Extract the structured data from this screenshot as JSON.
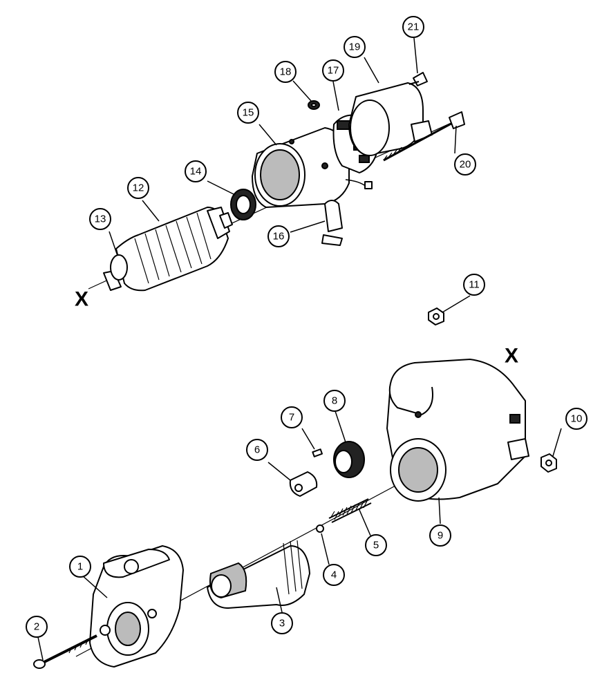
{
  "callouts": [
    {
      "id": "c1",
      "label": "1"
    },
    {
      "id": "c2",
      "label": "2"
    },
    {
      "id": "c3",
      "label": "3"
    },
    {
      "id": "c4",
      "label": "4"
    },
    {
      "id": "c5",
      "label": "5"
    },
    {
      "id": "c6",
      "label": "6"
    },
    {
      "id": "c7",
      "label": "7"
    },
    {
      "id": "c8",
      "label": "8"
    },
    {
      "id": "c9",
      "label": "9"
    },
    {
      "id": "c10",
      "label": "10"
    },
    {
      "id": "c11",
      "label": "11"
    },
    {
      "id": "c12",
      "label": "12"
    },
    {
      "id": "c13",
      "label": "13"
    },
    {
      "id": "c14",
      "label": "14"
    },
    {
      "id": "c15",
      "label": "15"
    },
    {
      "id": "c16",
      "label": "16"
    },
    {
      "id": "c17",
      "label": "17"
    },
    {
      "id": "c18",
      "label": "18"
    },
    {
      "id": "c19",
      "label": "19"
    },
    {
      "id": "c20",
      "label": "20"
    },
    {
      "id": "c21",
      "label": "21"
    }
  ],
  "x_markers": [
    "X",
    "X"
  ]
}
